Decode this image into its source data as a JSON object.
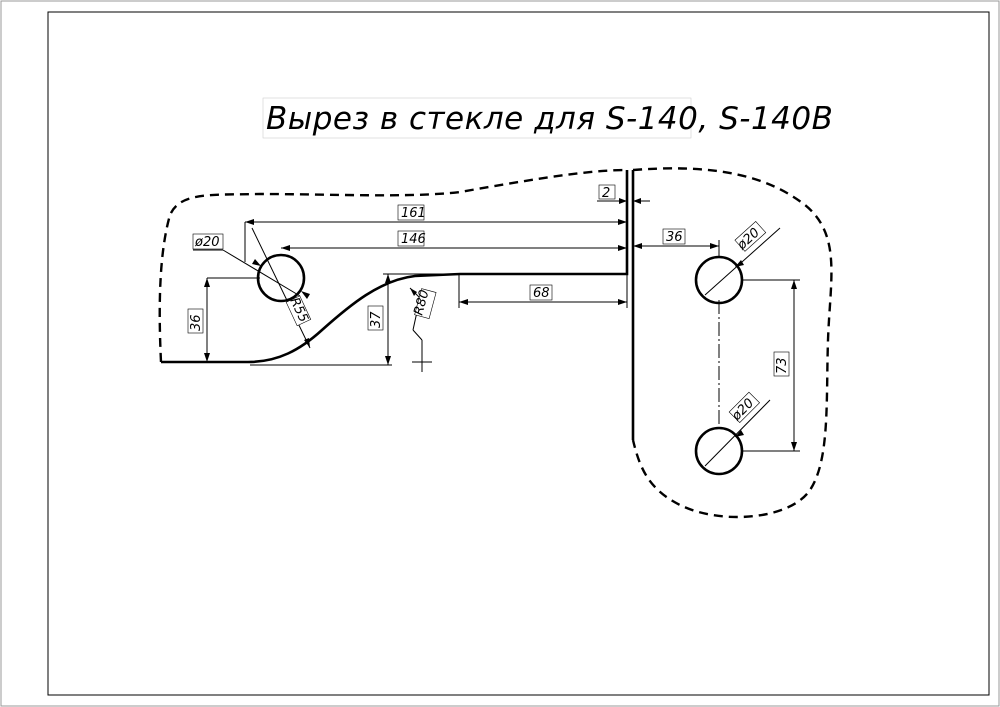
{
  "title": "Вырез в стекле для S-140, S-140B",
  "dimensions": {
    "gap": "2",
    "width_161": "161",
    "width_146": "146",
    "dia_left": "ø20",
    "height_36_left": "36",
    "radius_55": "R55",
    "height_37": "37",
    "radius_80": "R80",
    "length_68": "68",
    "offset_36_right": "36",
    "dia_right_top": "ø20",
    "spacing_73": "73",
    "dia_right_bottom": "ø20"
  }
}
